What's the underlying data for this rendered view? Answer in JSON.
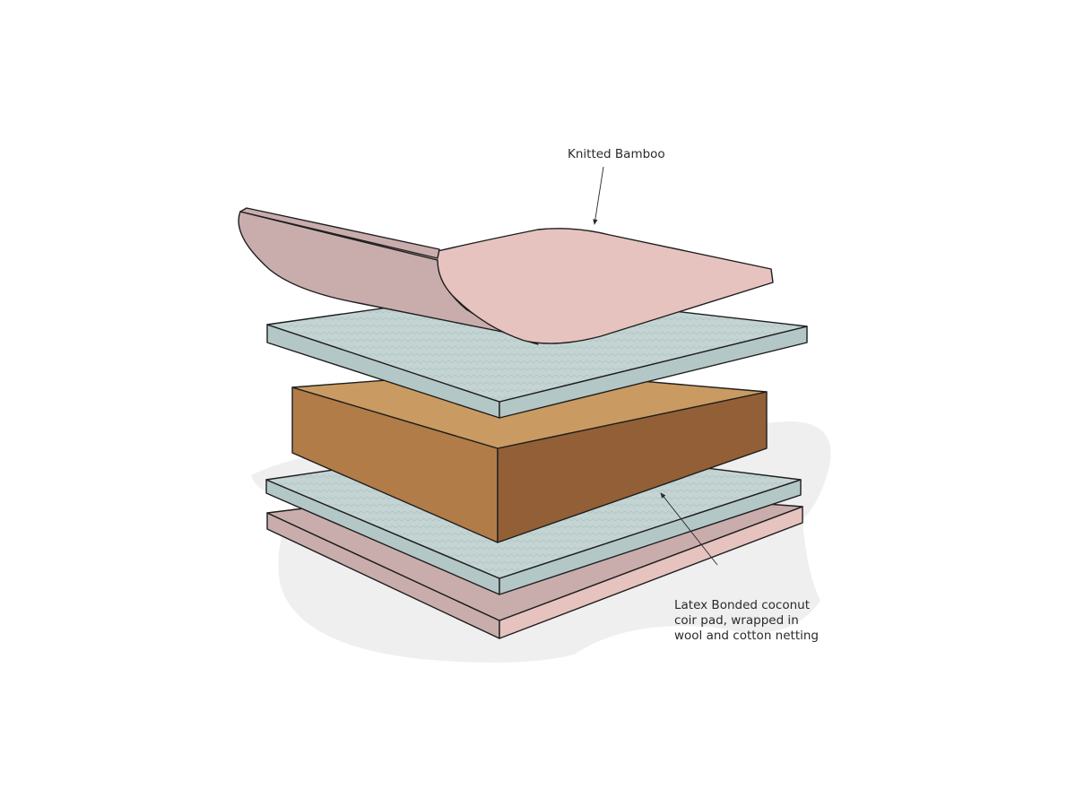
{
  "annotations": {
    "top_layer": "Knitted Bamboo",
    "core_line1": "Latex Bonded coconut",
    "core_line2": "coir pad, wrapped in",
    "core_line3": "wool and cotton netting"
  },
  "colors": {
    "pink_top": "#e6c3bf",
    "pink_side": "#c9adac",
    "teal": "#c3d4d3",
    "teal_side": "#b3c7c6",
    "coir_top": "#c99b62",
    "coir_left": "#b17c48",
    "coir_right": "#935f36",
    "shadow": "#efefef"
  }
}
